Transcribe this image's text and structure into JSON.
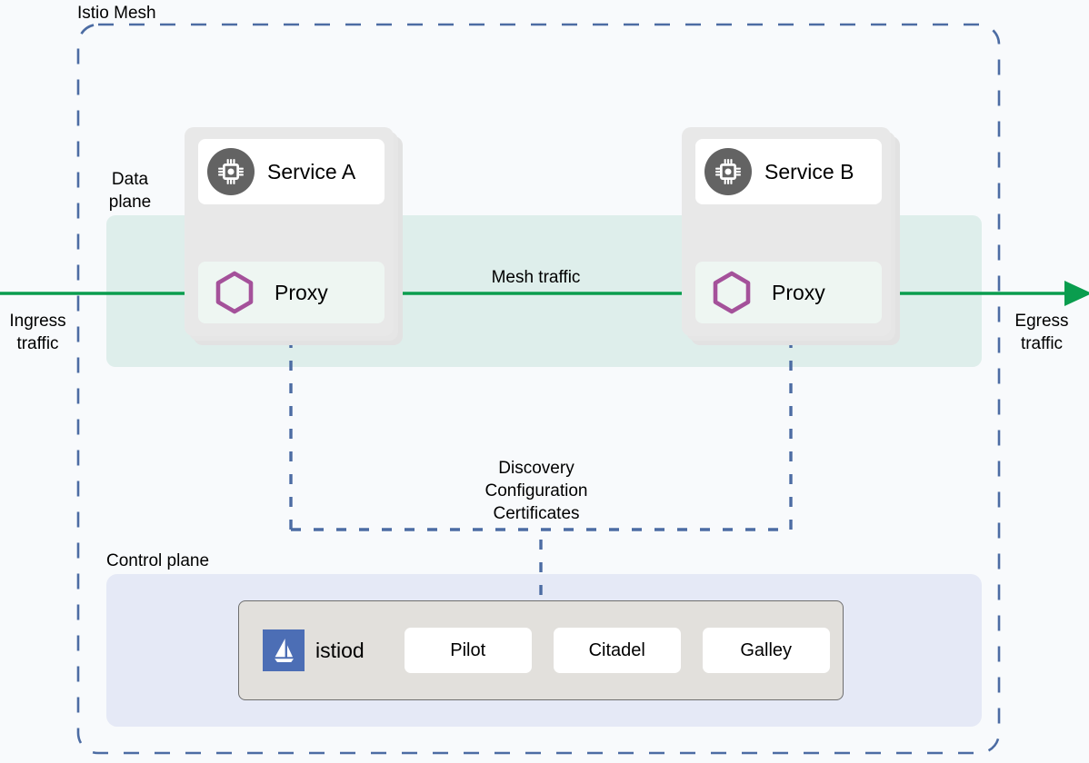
{
  "diagram": {
    "title": "Istio Mesh",
    "zones": {
      "data_plane_label": "Data\nplane",
      "control_plane_label": "Control plane"
    },
    "traffic": {
      "ingress_label": "Ingress\ntraffic",
      "egress_label": "Egress\ntraffic",
      "mesh_label": "Mesh traffic",
      "discovery_label": "Discovery\nConfiguration\nCertificates"
    },
    "pods": [
      {
        "id": "pod-a",
        "service_name": "Service A",
        "service_icon": "microchip-icon",
        "proxy_name": "Proxy",
        "proxy_icon": "hexagon-envoy-icon"
      },
      {
        "id": "pod-b",
        "service_name": "Service B",
        "service_icon": "microchip-icon",
        "proxy_name": "Proxy",
        "proxy_icon": "hexagon-envoy-icon"
      }
    ],
    "control_plane": {
      "istiod_label": "istiod",
      "istiod_icon": "istio-sailboat-logo",
      "components": [
        "Pilot",
        "Citadel",
        "Galley"
      ]
    },
    "colors": {
      "mesh_boundary": "#4c6ca3",
      "traffic_green": "#0a9d4e",
      "data_plane_band": "#dceae4",
      "control_plane_box": "#e5e9f6",
      "pod_gray": "#e8e8e8",
      "service_icon_circle": "#636363",
      "proxy_hexagon": "#a4519a",
      "istiod_blue": "#4c6eb5",
      "dashed_connector": "#4c6ca3",
      "background": "#f8fafc"
    }
  }
}
